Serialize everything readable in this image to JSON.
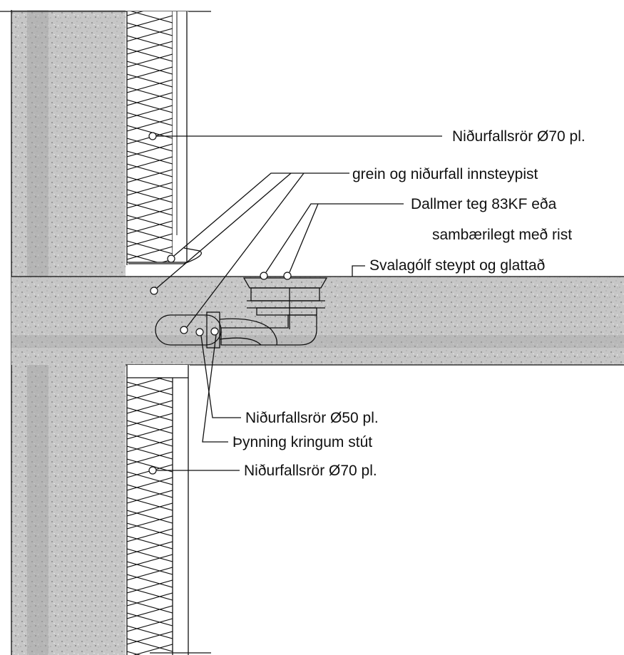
{
  "diagram": {
    "labels": {
      "downpipe_top": "Niðurfallsrör Ø70 pl.",
      "branch": "grein og niðurfall innsteypist",
      "drain_line1": "Dallmer teg 83KF eða",
      "drain_line2": "sambærilegt með rist",
      "floor": "Svalagólf steypt og glattað",
      "pipe50": "Niðurfallsrör Ø50 pl.",
      "seal": "Þynning kringum stút",
      "downpipe_bottom": "Niðurfallsrör Ø70 pl."
    },
    "colors": {
      "concrete": "#c4c4c4",
      "concrete_dark": "#8f8f8f",
      "line": "#111111",
      "background": "#ffffff"
    }
  }
}
